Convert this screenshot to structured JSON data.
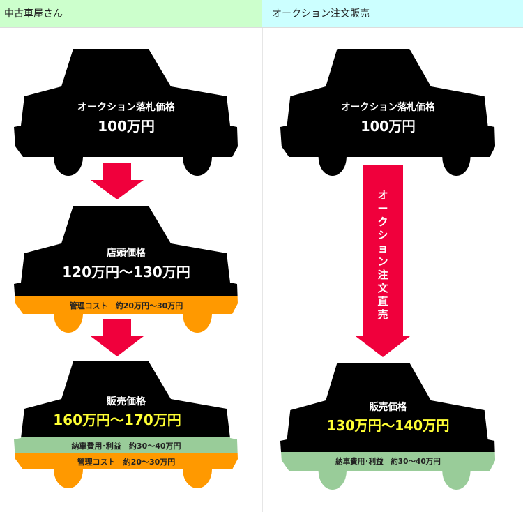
{
  "columns": {
    "left_header": "中古車屋さん",
    "right_header": "オークション注文販売"
  },
  "left": {
    "car1": {
      "label": "オークション落札価格",
      "price": "100万円"
    },
    "car2": {
      "label": "店頭価格",
      "price": "120万円～130万円",
      "cost_band": "管理コスト　約20万円～30万円"
    },
    "car3": {
      "label": "販売価格",
      "price": "160万円～170万円",
      "profit_band": "納車費用･利益　約30～40万円",
      "cost_band": "管理コスト　約20～30万円"
    }
  },
  "right": {
    "car1": {
      "label": "オークション落札価格",
      "price": "100万円"
    },
    "arrow_text": [
      "オ",
      "ー",
      "ク",
      "シ",
      "ョ",
      "ン",
      "注",
      "文",
      "直",
      "売"
    ],
    "car2": {
      "label": "販売価格",
      "price": "130万円～140万円",
      "profit_band": "納車費用･利益　約30～40万円"
    }
  },
  "colors": {
    "car": "#000000",
    "cost": "#ff9900",
    "profit": "#99cc99",
    "arrow": "#f0003c",
    "highlight": "#ffff33"
  }
}
